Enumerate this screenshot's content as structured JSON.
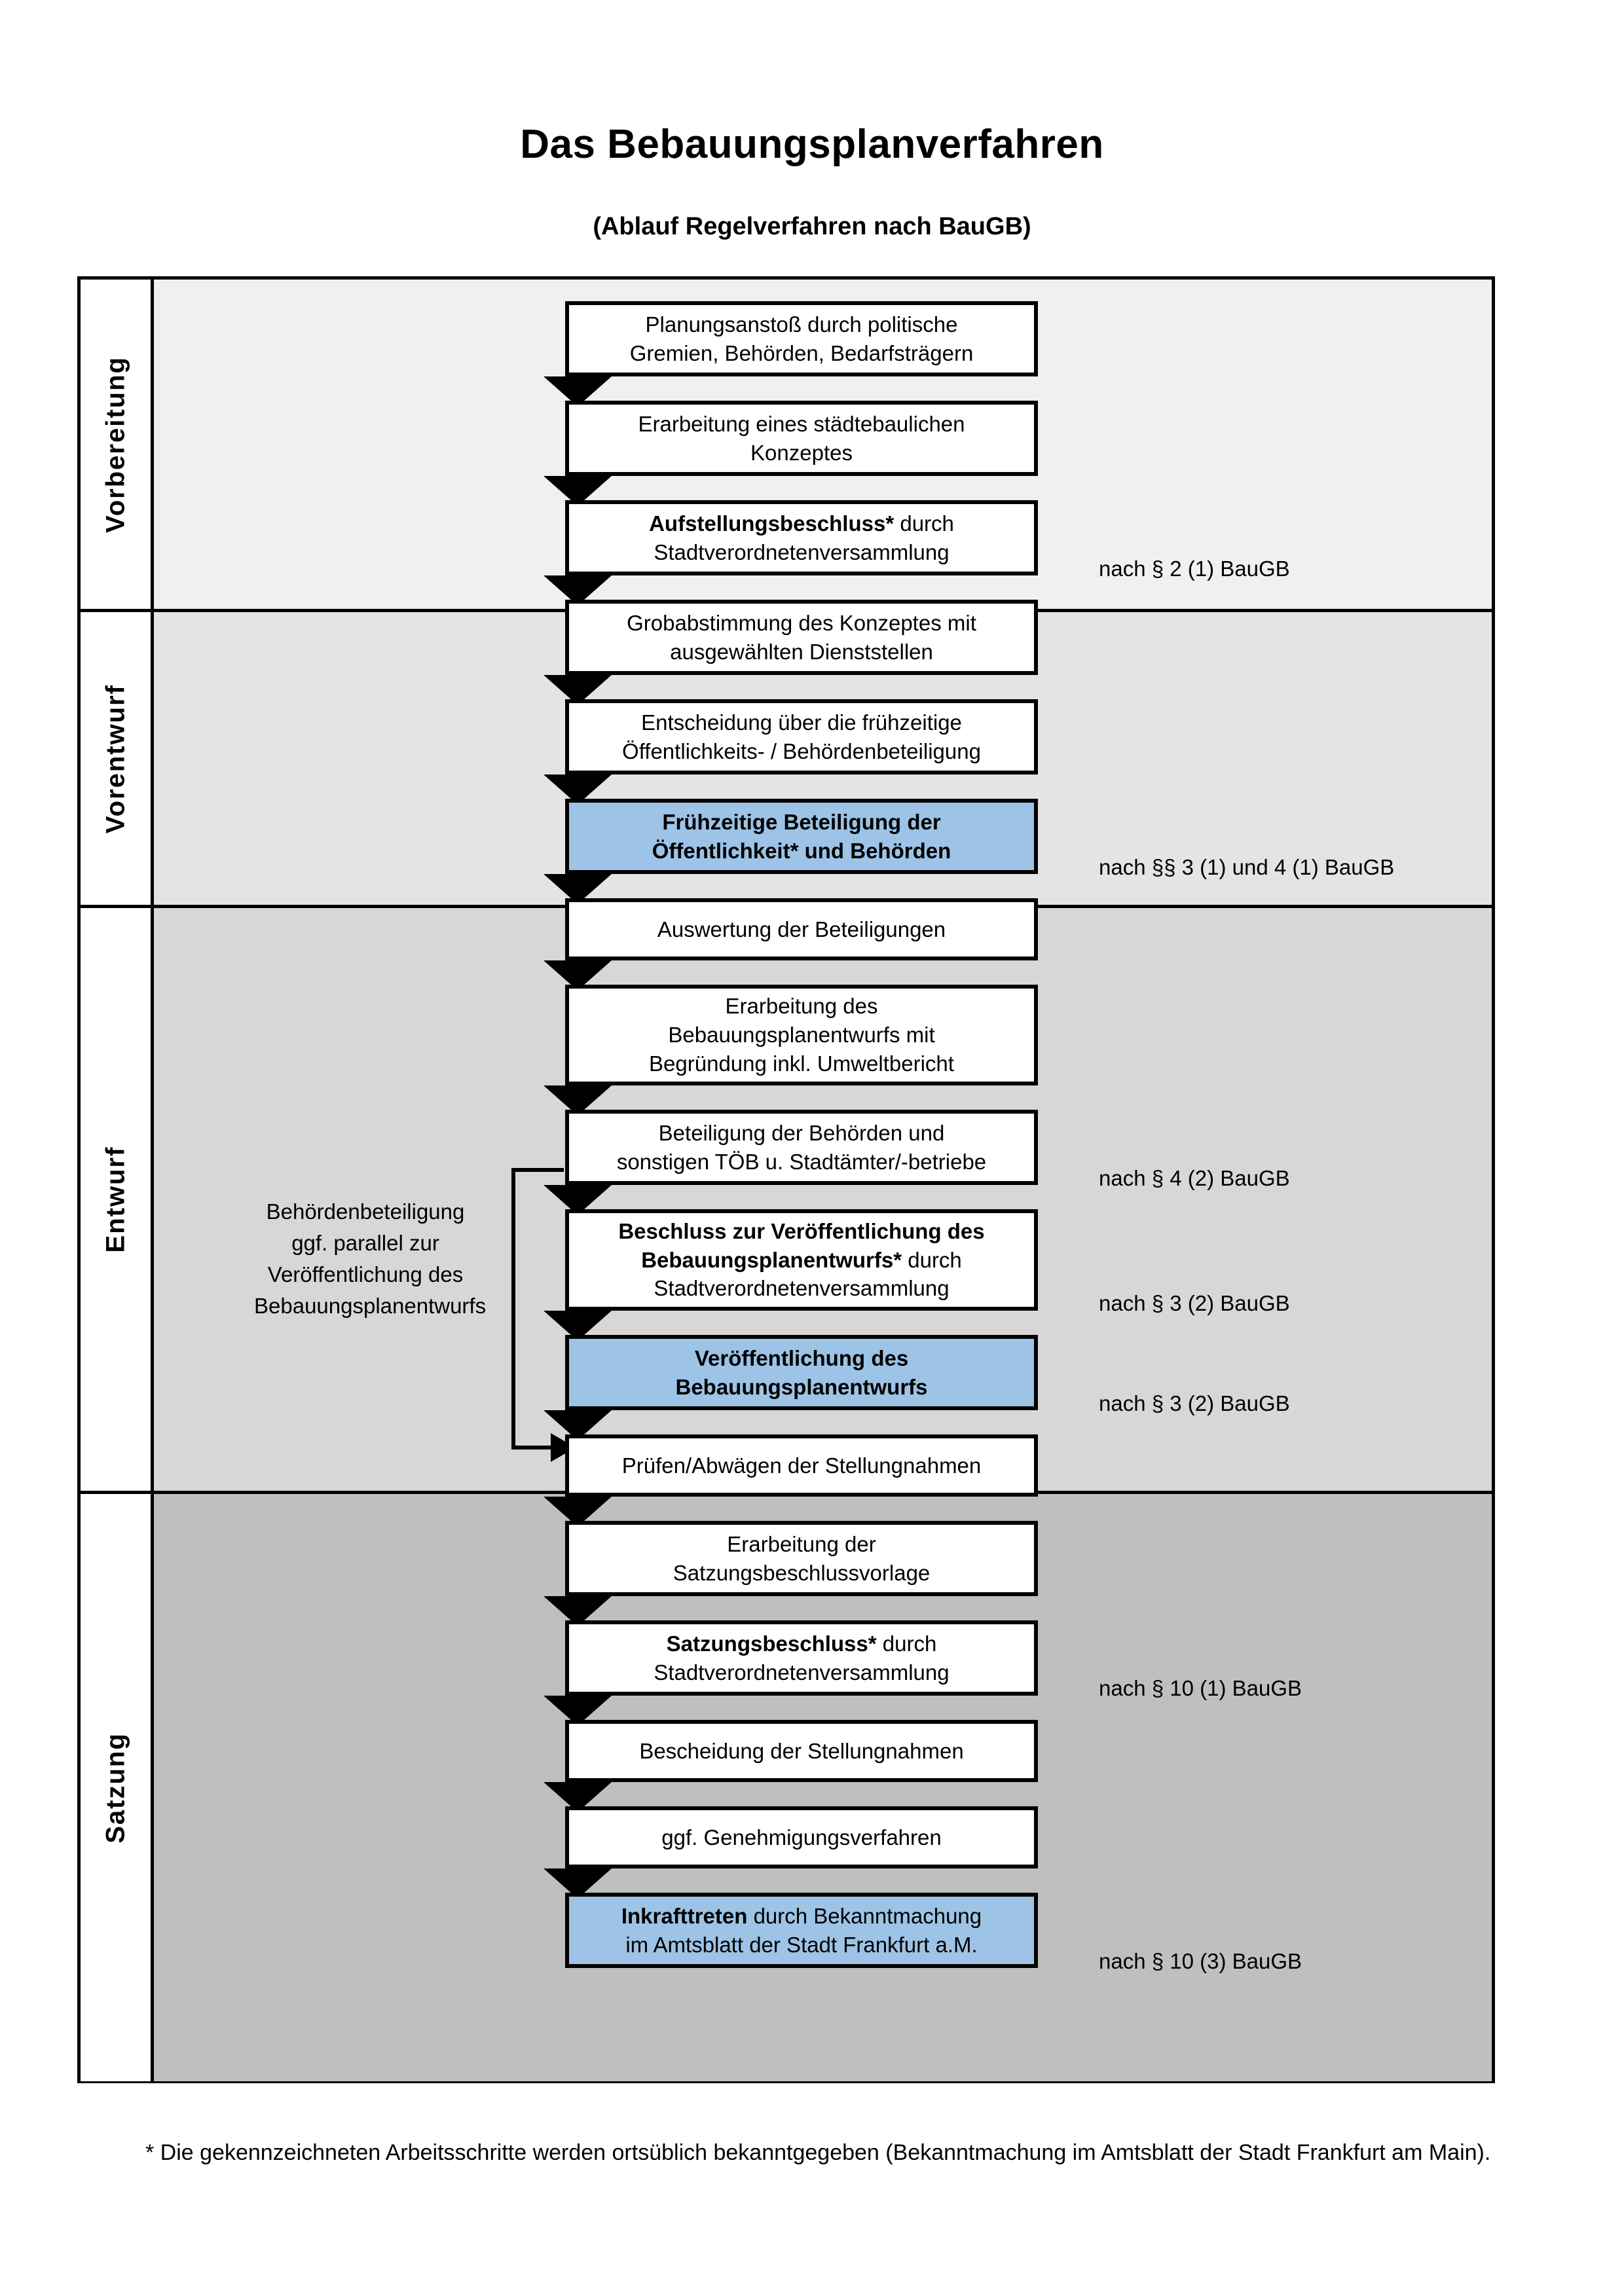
{
  "header": {
    "title": "Das Bebauungsplanverfahren",
    "subtitle": "(Ablauf Regelverfahren nach BauGB)"
  },
  "phases": [
    {
      "key": "vorbereitung",
      "label": "Vorbereitung",
      "background": "#F0F0F0"
    },
    {
      "key": "vorentwurf",
      "label": "Vorentwurf",
      "background": "#E4E4E4"
    },
    {
      "key": "entwurf",
      "label": "Entwurf",
      "background": "#D7D7D7"
    },
    {
      "key": "satzung",
      "label": "Satzung",
      "background": "#BFBFBF"
    }
  ],
  "steps": [
    {
      "id": "s1",
      "phase": "vorbereitung",
      "highlight": false,
      "lines": [
        {
          "text": "Planungsanstoß durch politische",
          "bold": false
        },
        {
          "text": "Gremien, Behörden, Bedarfsträgern",
          "bold": false
        }
      ]
    },
    {
      "id": "s2",
      "phase": "vorbereitung",
      "highlight": false,
      "lines": [
        {
          "text": "Erarbeitung eines städtebaulichen",
          "bold": false
        },
        {
          "text": "Konzeptes",
          "bold": false
        }
      ]
    },
    {
      "id": "s3",
      "phase": "vorbereitung",
      "highlight": false,
      "lines": [
        {
          "text": "Aufstellungsbeschluss*",
          "bold": true
        },
        {
          "text": " durch",
          "bold": false
        },
        {
          "text": "Stadtverordnetenversammlung",
          "bold": false
        }
      ]
    },
    {
      "id": "s4",
      "phase": "vorentwurf",
      "highlight": false,
      "lines": [
        {
          "text": "Grobabstimmung des Konzeptes mit",
          "bold": false
        },
        {
          "text": "ausgewählten Dienststellen",
          "bold": false
        }
      ]
    },
    {
      "id": "s5",
      "phase": "vorentwurf",
      "highlight": false,
      "lines": [
        {
          "text": "Entscheidung über die frühzeitige",
          "bold": false
        },
        {
          "text": "Öffentlichkeits- / Behördenbeteiligung",
          "bold": false
        }
      ]
    },
    {
      "id": "s6",
      "phase": "vorentwurf",
      "highlight": true,
      "lines": [
        {
          "text": "Frühzeitige Beteiligung der",
          "bold": true
        },
        {
          "text": "Öffentlichkeit* und Behörden",
          "bold": true
        }
      ]
    },
    {
      "id": "s7",
      "phase": "entwurf",
      "highlight": false,
      "lines": [
        {
          "text": "Auswertung der Beteiligungen",
          "bold": false
        }
      ]
    },
    {
      "id": "s8",
      "phase": "entwurf",
      "highlight": false,
      "lines": [
        {
          "text": "Erarbeitung des",
          "bold": false
        },
        {
          "text": "Bebauungsplanentwurfs mit",
          "bold": false
        },
        {
          "text": "Begründung inkl. Umweltbericht",
          "bold": false
        }
      ]
    },
    {
      "id": "s9",
      "phase": "entwurf",
      "highlight": false,
      "lines": [
        {
          "text": "Beteiligung der Behörden und",
          "bold": false
        },
        {
          "text": "sonstigen TÖB u. Stadtämter/-betriebe",
          "bold": false
        }
      ]
    },
    {
      "id": "s10",
      "phase": "entwurf",
      "highlight": false,
      "lines": [
        {
          "text": "Beschluss zur Veröffentlichung des",
          "bold": true
        },
        {
          "text": "Bebauungsplanentwurfs*",
          "bold": true
        },
        {
          "text": " durch",
          "bold": false
        },
        {
          "text": "Stadtverordnetenversammlung",
          "bold": false
        }
      ]
    },
    {
      "id": "s11",
      "phase": "entwurf",
      "highlight": true,
      "lines": [
        {
          "text": "Veröffentlichung des",
          "bold": true
        },
        {
          "text": "Bebauungsplanentwurfs",
          "bold": true
        }
      ]
    },
    {
      "id": "s12",
      "phase": "satzung",
      "highlight": false,
      "lines": [
        {
          "text": "Prüfen/Abwägen der Stellungnahmen",
          "bold": false
        }
      ]
    },
    {
      "id": "s13",
      "phase": "satzung",
      "highlight": false,
      "lines": [
        {
          "text": "Erarbeitung der",
          "bold": false
        },
        {
          "text": "Satzungsbeschlussvorlage",
          "bold": false
        }
      ]
    },
    {
      "id": "s14",
      "phase": "satzung",
      "highlight": false,
      "lines": [
        {
          "text": "Satzungsbeschluss*",
          "bold": true
        },
        {
          "text": " durch",
          "bold": false
        },
        {
          "text": "Stadtverordnetenversammlung",
          "bold": false
        }
      ]
    },
    {
      "id": "s15",
      "phase": "satzung",
      "highlight": false,
      "lines": [
        {
          "text": "Bescheidung der Stellungnahmen",
          "bold": false
        }
      ]
    },
    {
      "id": "s16",
      "phase": "satzung",
      "highlight": false,
      "lines": [
        {
          "text": "ggf. Genehmigungsverfahren",
          "bold": false
        }
      ]
    },
    {
      "id": "s17",
      "phase": "satzung",
      "highlight": true,
      "lines": [
        {
          "text": "Inkrafttreten",
          "bold": true
        },
        {
          "text": " durch Bekanntmachung",
          "bold": false
        },
        {
          "text": "im Amtsblatt der Stadt Frankfurt a.M.",
          "bold": false
        }
      ]
    }
  ],
  "notes": [
    {
      "id": "n1",
      "text": "nach § 2 (1) BauGB",
      "for": "s3"
    },
    {
      "id": "n2",
      "text": "nach §§ 3 (1) und 4 (1) BauGB",
      "for": "s6"
    },
    {
      "id": "n3",
      "text": "nach § 4 (2) BauGB",
      "for": "s9"
    },
    {
      "id": "n4",
      "text": "nach § 3 (2) BauGB",
      "for": "s10"
    },
    {
      "id": "n5",
      "text": "nach § 3 (2) BauGB",
      "for": "s11"
    },
    {
      "id": "n6",
      "text": "nach § 10 (1) BauGB",
      "for": "s14"
    },
    {
      "id": "n7",
      "text": "nach § 10 (3) BauGB",
      "for": "s17"
    }
  ],
  "sidenote": {
    "lines": [
      "Behördenbeteiligung",
      "ggf. parallel zur",
      "Veröffentlichung des",
      "Bebauungsplanentwurfs"
    ]
  },
  "footnote": {
    "text": "* Die gekennzeichneten Arbeitsschritte werden ortsüblich bekanntgegeben (Bekanntmachung im Amtsblatt  der Stadt Frankfurt am Main)."
  },
  "colors": {
    "highlight_blue": "#9DC3E6",
    "band_vorbereitung": "#F0F0F0",
    "band_vorentwurf": "#E4E4E4",
    "band_entwurf": "#D7D7D7",
    "band_satzung": "#BFBFBF",
    "stroke": "#000000"
  }
}
